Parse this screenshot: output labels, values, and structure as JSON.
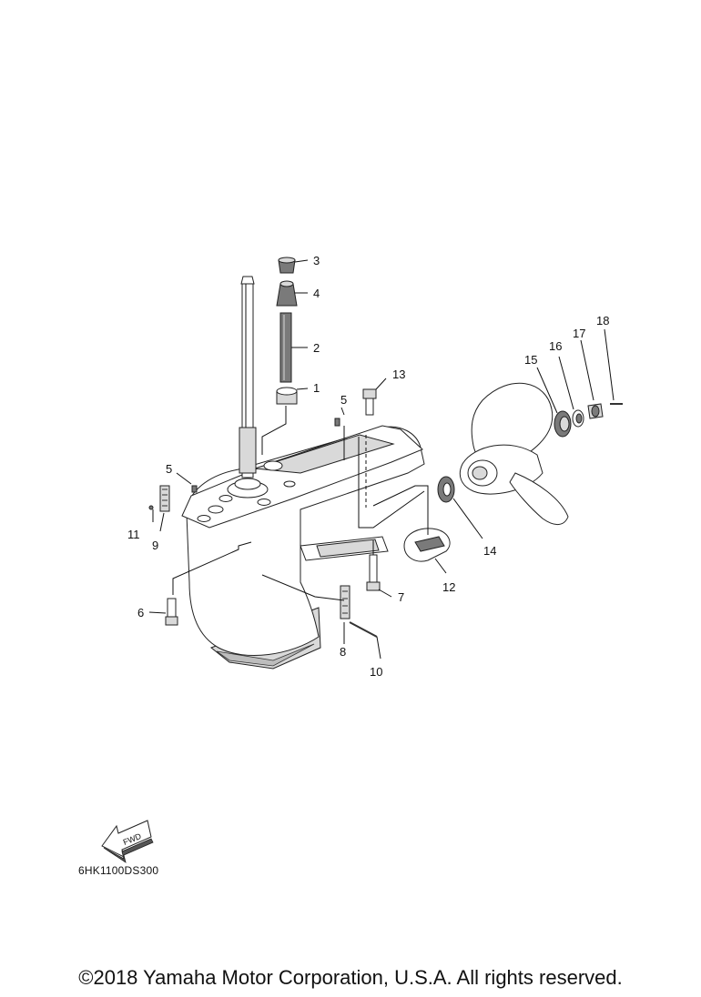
{
  "diagram": {
    "callouts": [
      "1",
      "2",
      "3",
      "4",
      "5",
      "5",
      "6",
      "7",
      "8",
      "9",
      "10",
      "11",
      "12",
      "13",
      "14",
      "15",
      "16",
      "17",
      "18"
    ],
    "fwd_label": "FWD",
    "diagram_code": "6HK1100DS300"
  },
  "footer": {
    "copyright": "©2018 Yamaha Motor Corporation, U.S.A. All rights reserved."
  }
}
